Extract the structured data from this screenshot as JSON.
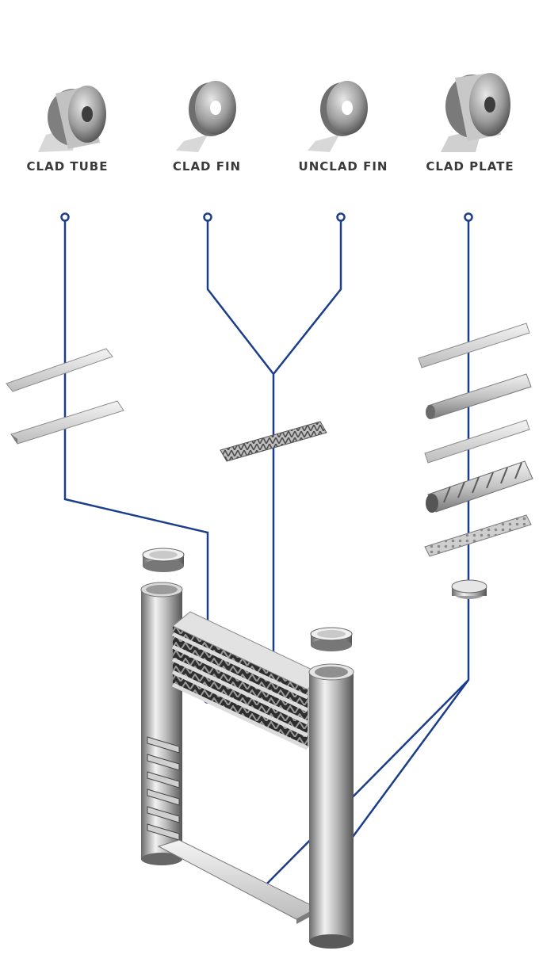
{
  "materials": [
    {
      "id": "clad-tube",
      "label": "CLAD TUBE"
    },
    {
      "id": "clad-fin",
      "label": "CLAD FIN"
    },
    {
      "id": "unclad-fin",
      "label": "UNCLAD FIN"
    },
    {
      "id": "clad-plate",
      "label": "CLAD PLATE"
    }
  ],
  "colors": {
    "connector_line": "#1b3e8c",
    "metal_light": "#e6e6e6",
    "metal_mid": "#a8a8a8",
    "metal_dark": "#5a5a5a",
    "label_text": "#3a3a3a"
  },
  "icons": [
    "coil-icon",
    "flat-tube-icon",
    "corrugated-fin-icon",
    "header-pipe-icon",
    "end-cap-icon",
    "heat-exchanger-core-icon"
  ]
}
